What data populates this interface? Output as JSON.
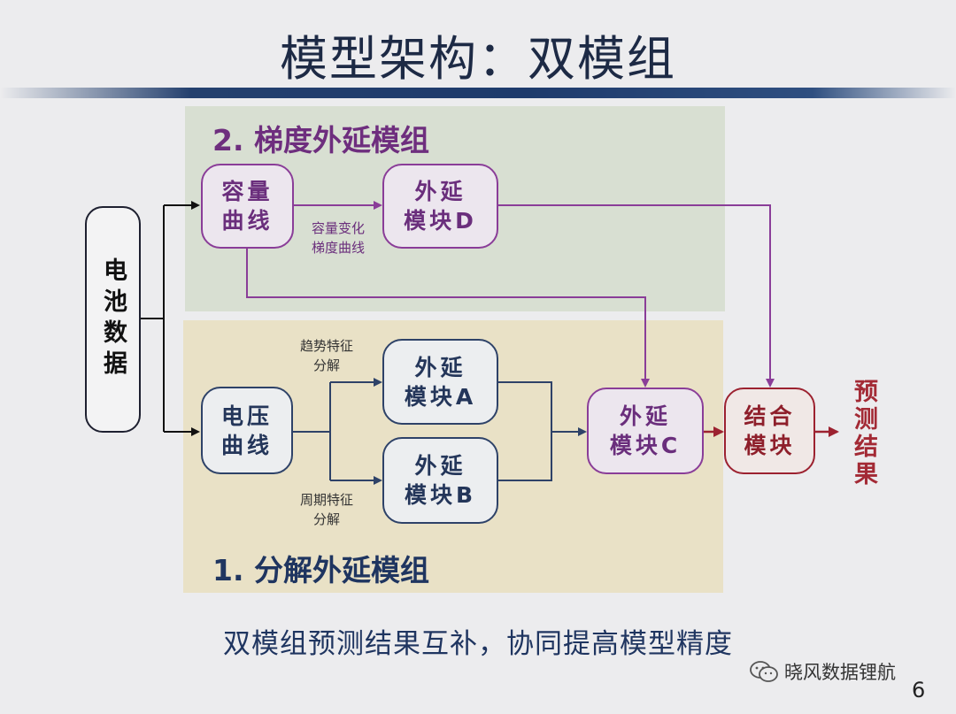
{
  "title": "模型架构：双模组",
  "panels": {
    "gradient_label": "2. 梯度外延模组",
    "decompose_label": "1. 分解外延模组"
  },
  "boxes": {
    "battery": "电池数据",
    "capacity_curve": "容量\n曲线",
    "module_d": "外延\n模块D",
    "voltage_curve": "电压\n曲线",
    "module_a": "外延\n模块A",
    "module_b": "外延\n模块B",
    "module_c": "外延\n模块C",
    "combine": "结合\n模块",
    "result": "预测结果"
  },
  "annotations": {
    "capacity_gradient": "容量变化\n梯度曲线",
    "trend_decomp": "趋势特征\n分解",
    "period_decomp": "周期特征\n分解"
  },
  "caption": "双模组预测结果互补，协同提高模型精度",
  "watermark": "晓风数据锂航",
  "page_number": "6",
  "colors": {
    "navy": "#2e4268",
    "purple": "#8a3d98",
    "red": "#9c2230",
    "green_panel": "#d8dfd2",
    "tan_panel": "#e9e1c6"
  },
  "icons": {
    "brand": "wechat-icon"
  }
}
